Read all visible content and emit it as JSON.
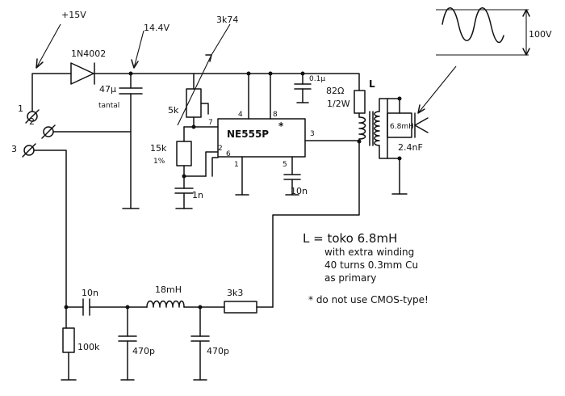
{
  "labels": {
    "supply": "+15V",
    "diode": "1N4002",
    "rail_voltage": "14.4V",
    "cap_supply": "47µ",
    "cap_supply_type": "tantal",
    "pot": "5k",
    "pot_value": "3k74",
    "r_timing": "15k",
    "r_timing_tol": "1%",
    "c_timing": "1n",
    "ic": "NE555P",
    "ic_mark": "*",
    "pin4": "4",
    "pin8": "8",
    "pin7": "7",
    "pin2": "2",
    "pin6": "6",
    "pin1": "1",
    "pin5": "5",
    "pin3": "3",
    "c_ctrl": "10n",
    "c_decouple": "0.1µ",
    "r_series": "82Ω",
    "r_series_power": "1/2W",
    "inductor_label": "L",
    "transducer_ind": "6.8mH",
    "transducer_cap": "2.4nF",
    "amplitude": "100V",
    "term1": "1",
    "term2": "2",
    "term3": "3",
    "c_coupling": "10n",
    "r_input": "100k",
    "choke": "18mH",
    "r_filter": "3k3",
    "c_filter1": "470p",
    "c_filter2": "470p"
  },
  "notes": {
    "line1": "L = toko 6.8mH",
    "line2": "with extra winding",
    "line3": "40 turns 0.3mm Cu",
    "line4": "as primary",
    "line5": "* do not use CMOS-type!"
  }
}
